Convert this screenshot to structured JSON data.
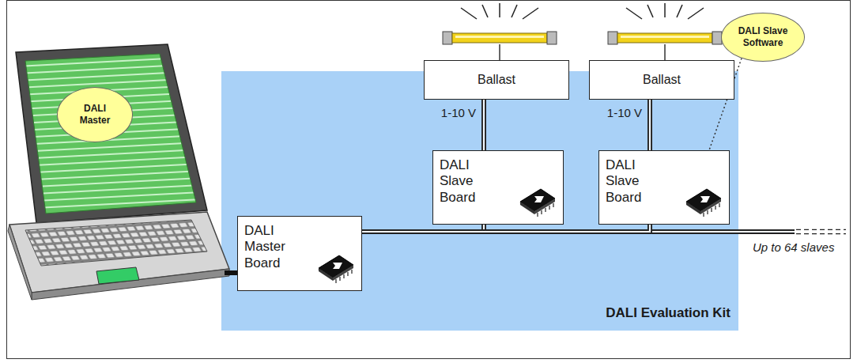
{
  "diagram": {
    "nodes": [
      {
        "text": [
          "Ballast"
        ]
      },
      {
        "text": [
          "Ballast"
        ]
      },
      {
        "text": [
          "DALI Slave Software"
        ]
      },
      {
        "text": [
          "DALI Master"
        ]
      },
      {
        "text": [
          "DALI Evaluation Kit"
        ]
      },
      {
        "text": [
          "DALI Master Board"
        ],
        "in": 4
      },
      {
        "text": [
          "DALI Slave Board"
        ],
        "in": 4
      },
      {
        "text": [
          "DALI Slave Board"
        ],
        "in": 4
      }
    ],
    "edges": [
      {
        "from": 0,
        "to": 6,
        "label": "1-10 V",
        "arrow": "none"
      },
      {
        "from": 1,
        "to": 7,
        "label": "1-10 V",
        "arrow": "none"
      },
      {
        "from": 5,
        "to": 6,
        "arrow": "none"
      },
      {
        "from": 5,
        "to": 7,
        "arrow": "none"
      },
      {
        "from": 2,
        "to": 7,
        "arrow": "none"
      }
    ],
    "labels": [
      "Up to 64 slaves"
    ]
  }
}
